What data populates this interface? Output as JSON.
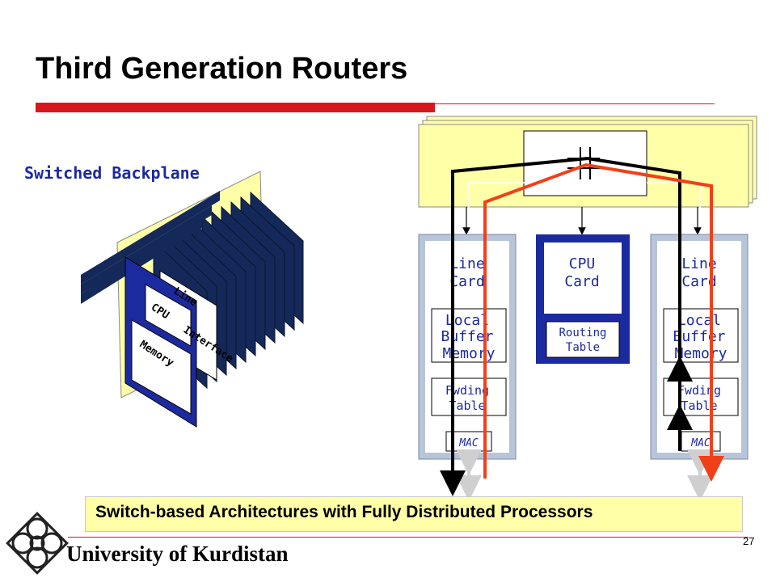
{
  "slide": {
    "title": "Third Generation Routers",
    "backplane_label": "Switched Backplane",
    "banner": "Switch-based Architectures with Fully Distributed Processors",
    "page_number": "27",
    "university": "University of Kurdistan"
  },
  "left_diagram": {
    "card_labels": [
      "Line",
      "Interface",
      "CPU",
      "Memory"
    ]
  },
  "right_diagram": {
    "line_card_left": {
      "title_line1": "Line",
      "title_line2": "Card",
      "buffer_line1": "Local",
      "buffer_line2": "Buffer",
      "buffer_line3": "Memory",
      "fwd_line1": "Fwding",
      "fwd_line2": "Table",
      "mac": "MAC"
    },
    "cpu_card": {
      "title_line1": "CPU",
      "title_line2": "Card",
      "routing_line1": "Routing",
      "routing_line2": "Table"
    },
    "line_card_right": {
      "title_line1": "Line",
      "title_line2": "Card",
      "buffer_line1": "Local",
      "buffer_line2": "Buffer",
      "buffer_line3": "Memory",
      "fwd_line1": "Fwding",
      "fwd_line2": "Table",
      "mac": "MAC"
    }
  },
  "colors": {
    "accent_red": "#d7171e",
    "navy": "#1c2a9f",
    "dark_navy": "#14295a",
    "pale_yellow": "#ffffa8",
    "flow_red": "#f0401a",
    "grey_card": "#b8c4d8"
  }
}
